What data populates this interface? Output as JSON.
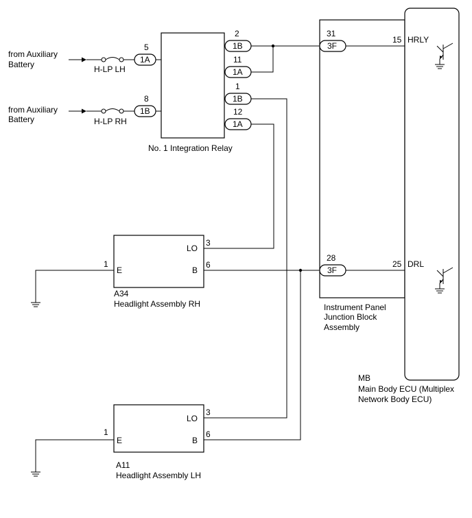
{
  "sources": {
    "aux1_line1": "from Auxiliary",
    "aux1_line2": "Battery",
    "aux2_line1": "from Auxiliary",
    "aux2_line2": "Battery"
  },
  "fuses": {
    "lh": "H-LP LH",
    "rh": "H-LP RH"
  },
  "relay": {
    "label": "No. 1 Integration Relay",
    "pin_in_lh": "5",
    "conn_in_lh": "1A",
    "pin_in_rh": "8",
    "conn_in_rh": "1B",
    "out_pins": [
      {
        "pin": "2",
        "conn": "1B"
      },
      {
        "pin": "11",
        "conn": "1A"
      },
      {
        "pin": "1",
        "conn": "1B"
      },
      {
        "pin": "12",
        "conn": "1A"
      }
    ]
  },
  "junction_block": {
    "label_line1": "Instrument Panel",
    "label_line2": "Junction Block",
    "label_line3": "Assembly",
    "pin_top": "31",
    "conn_top": "3F",
    "pin_bottom": "28",
    "conn_bottom": "3F"
  },
  "ecu": {
    "code": "MB",
    "label_line1": "Main Body ECU (Multiplex",
    "label_line2": "Network Body ECU)",
    "pin_hrly": "15",
    "signal_hrly": "HRLY",
    "pin_drl": "25",
    "signal_drl": "DRL"
  },
  "headlight_rh": {
    "code": "A34",
    "label": "Headlight Assembly RH",
    "pin_e": "1",
    "term_e": "E",
    "pin_lo": "3",
    "term_lo": "LO",
    "pin_b": "6",
    "term_b": "B"
  },
  "headlight_lh": {
    "code": "A11",
    "label": "Headlight Assembly LH",
    "pin_e": "1",
    "term_e": "E",
    "pin_lo": "3",
    "term_lo": "LO",
    "pin_b": "6",
    "term_b": "B"
  }
}
